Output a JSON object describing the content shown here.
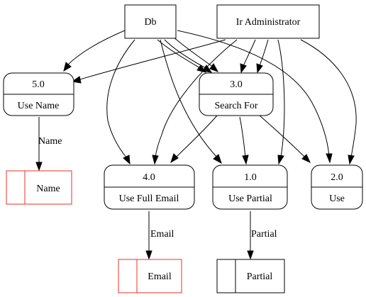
{
  "entities": {
    "db": "Db",
    "admin": "Ir Administrator"
  },
  "processes": {
    "p5": {
      "id": "5.0",
      "label": "Use Name"
    },
    "p3": {
      "id": "3.0",
      "label": "Search For"
    },
    "p4": {
      "id": "4.0",
      "label": "Use Full Email"
    },
    "p1": {
      "id": "1.0",
      "label": "Use Partial"
    },
    "p2": {
      "id": "2.0",
      "label": "Use"
    }
  },
  "stores": {
    "name": "Name",
    "email": "Email",
    "partial": "Partial"
  },
  "edge_labels": {
    "name": "Name",
    "email": "Email",
    "partial": "Partial"
  }
}
